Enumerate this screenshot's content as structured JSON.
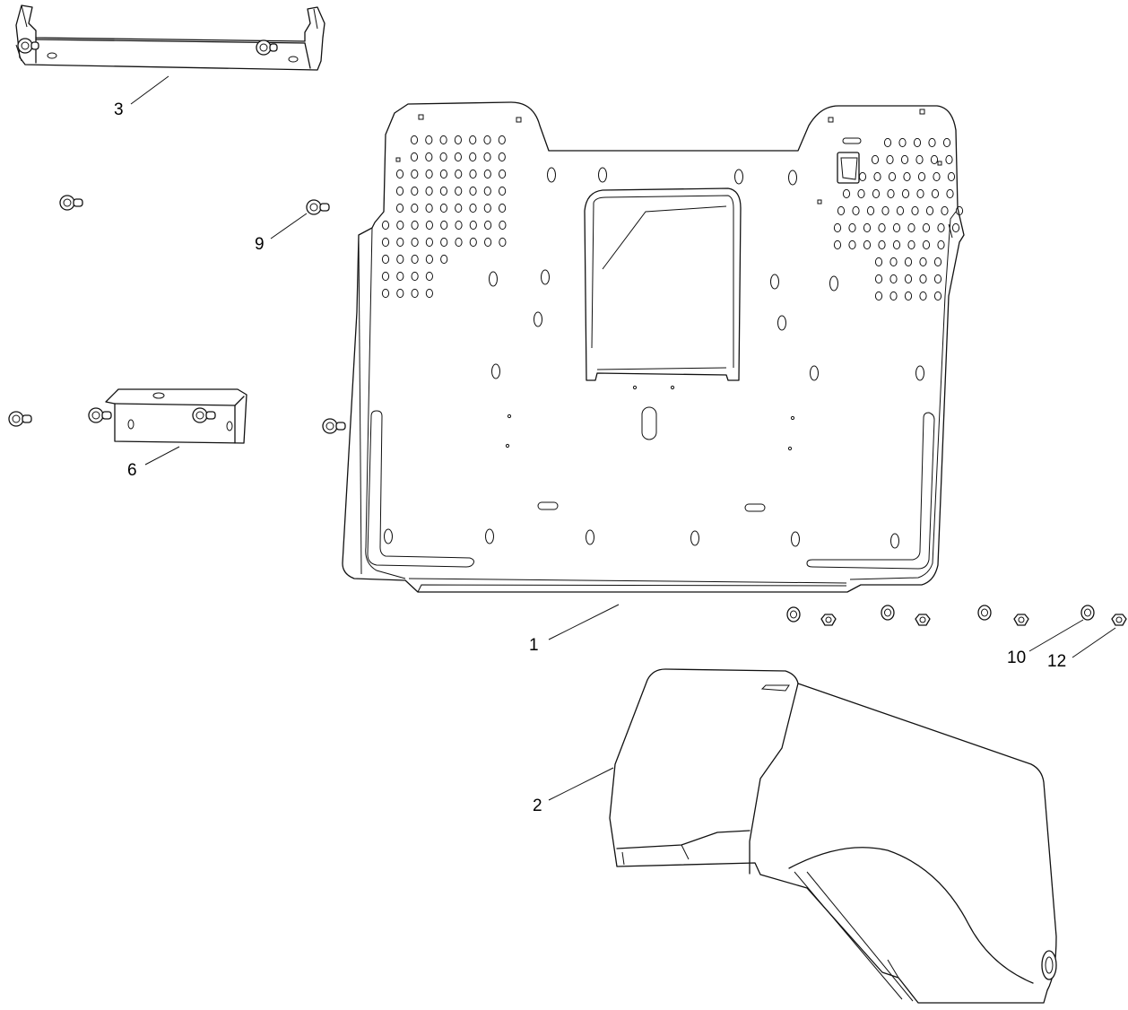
{
  "diagram": {
    "callouts": [
      {
        "id": "c1",
        "label": "1"
      },
      {
        "id": "c2",
        "label": "2"
      },
      {
        "id": "c3",
        "label": "3"
      },
      {
        "id": "c6",
        "label": "6"
      },
      {
        "id": "c9",
        "label": "9"
      },
      {
        "id": "c10",
        "label": "10"
      },
      {
        "id": "c12",
        "label": "12"
      }
    ],
    "parts": [
      {
        "callout": "1",
        "kind": "mounting-plate"
      },
      {
        "callout": "2",
        "kind": "cover"
      },
      {
        "callout": "3",
        "kind": "bracket"
      },
      {
        "callout": "6",
        "kind": "bracket"
      },
      {
        "callout": "9",
        "kind": "bolt"
      },
      {
        "callout": "10",
        "kind": "washer"
      },
      {
        "callout": "12",
        "kind": "nut"
      }
    ],
    "colors": {
      "line": "#111111",
      "paper": "#ffffff"
    }
  }
}
